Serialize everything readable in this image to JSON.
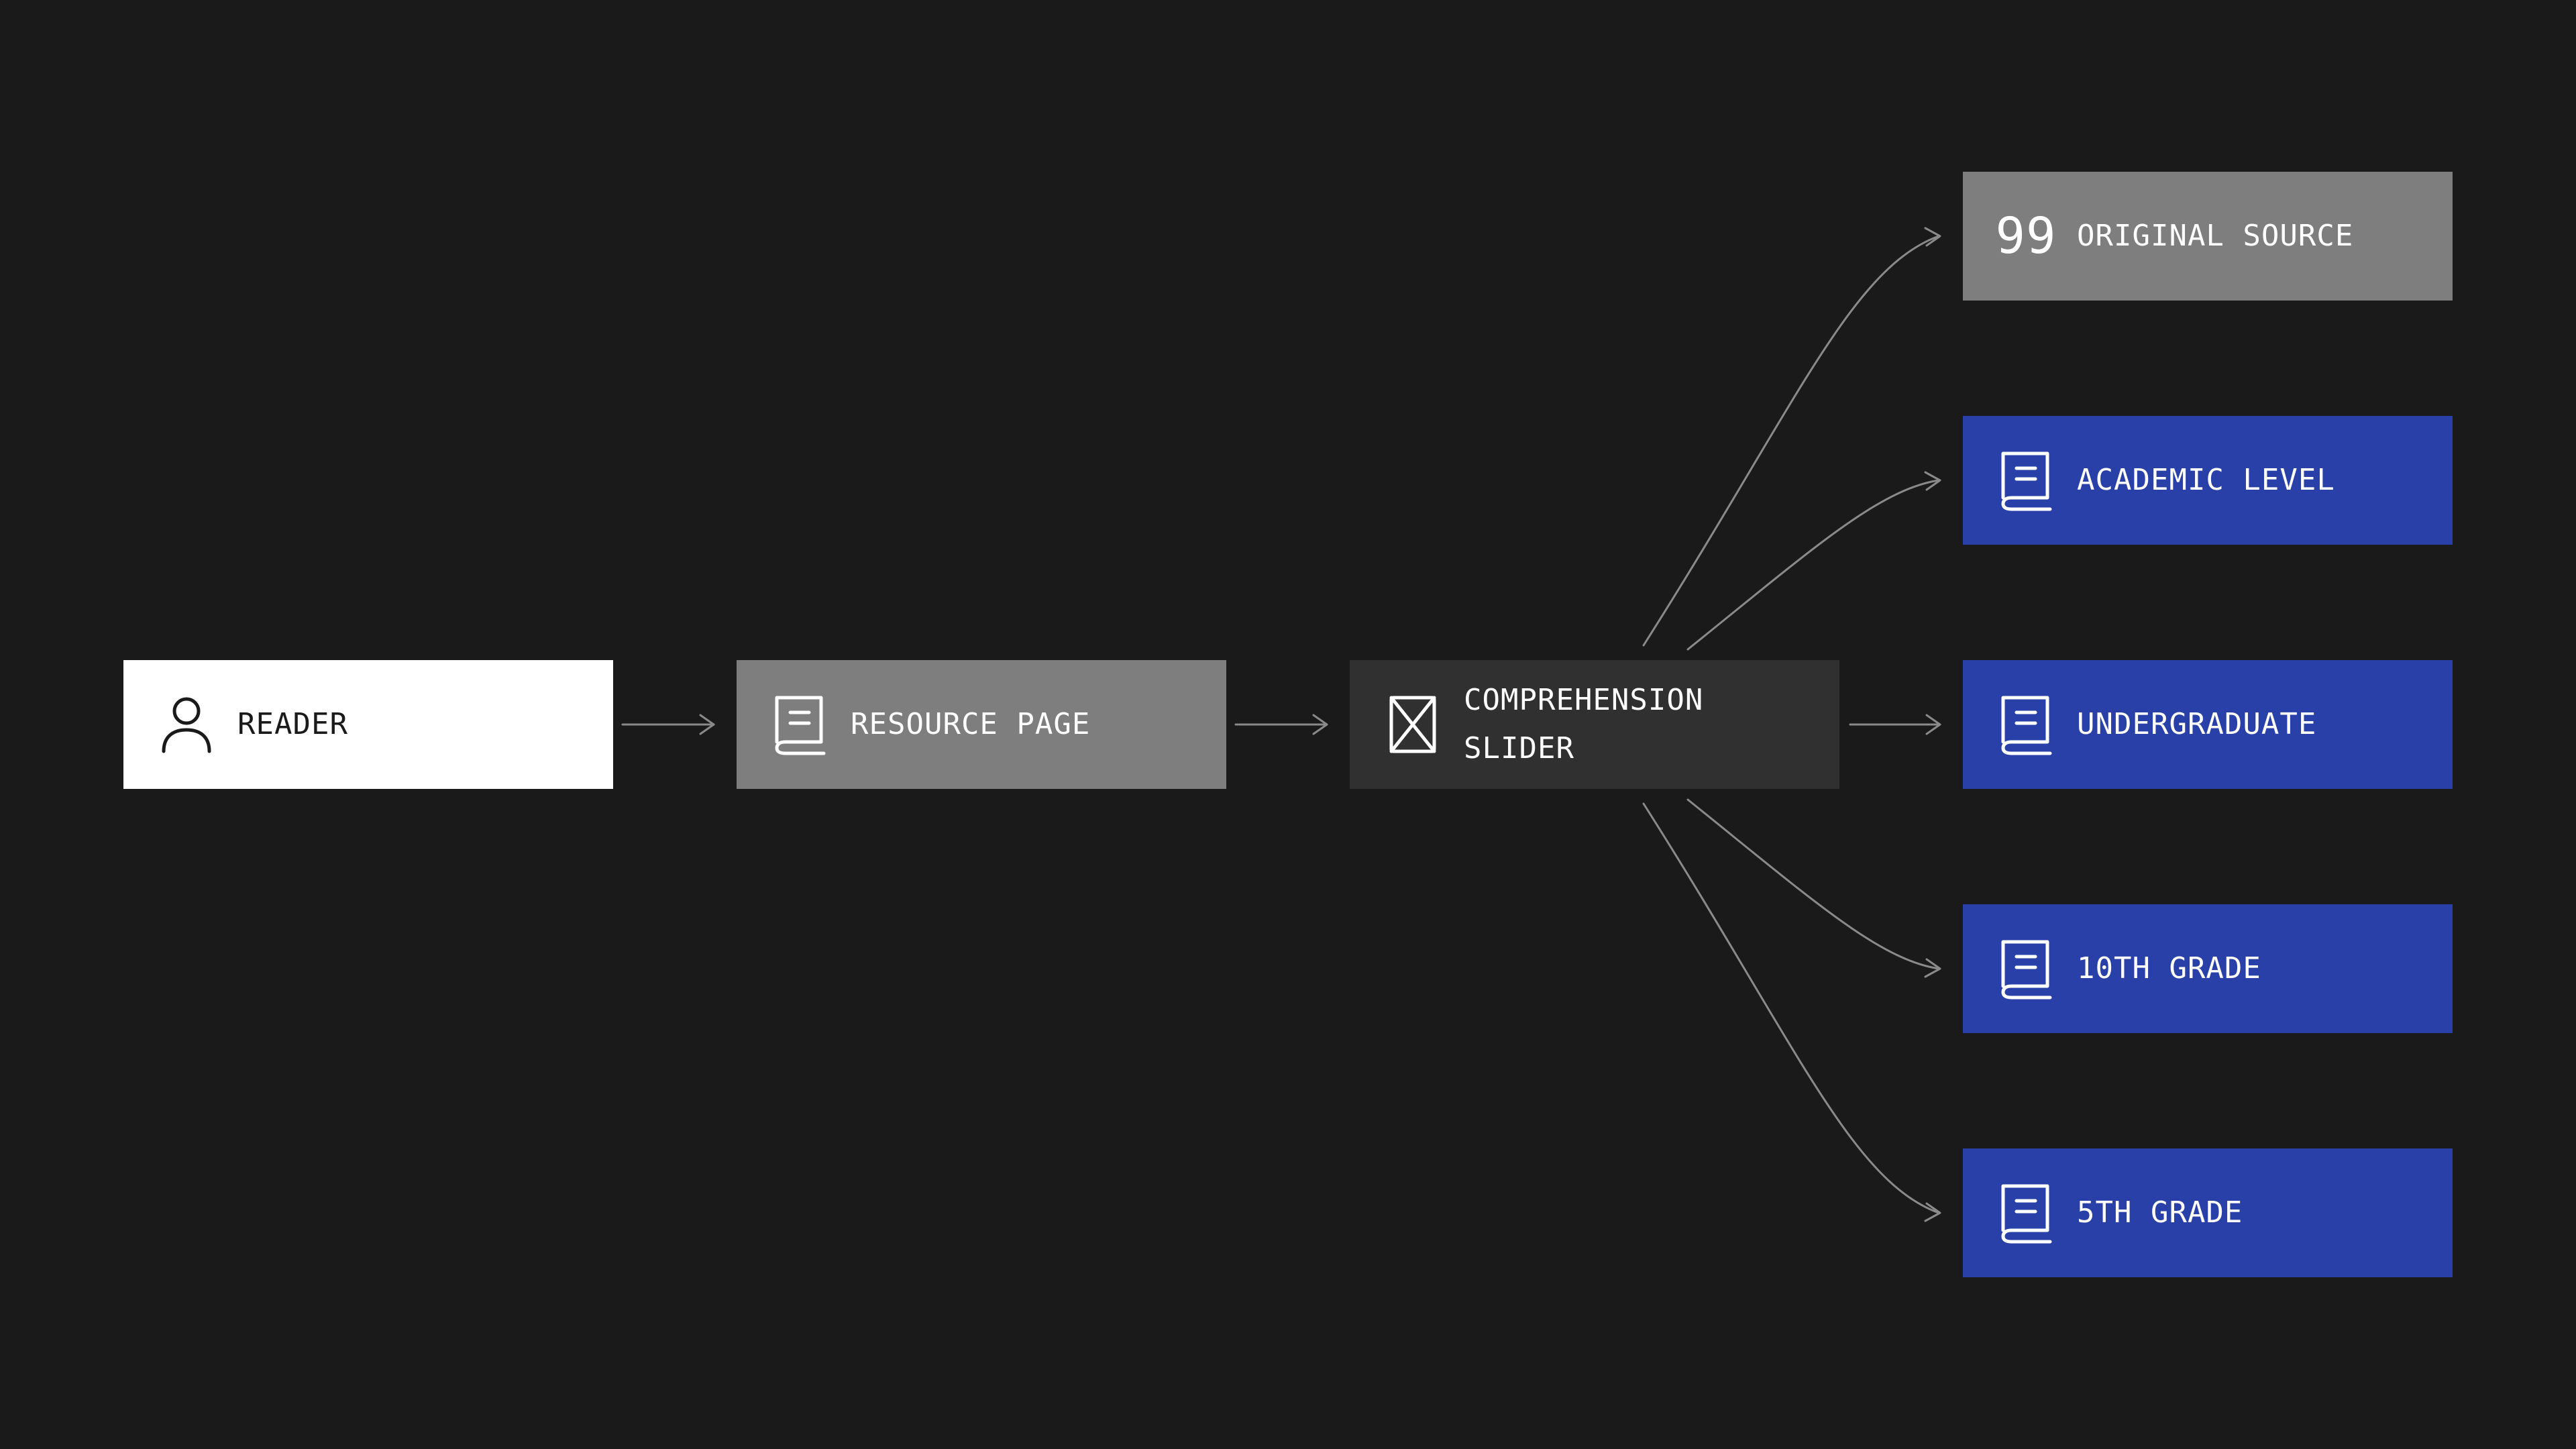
{
  "colors": {
    "background": "#1a1a1a",
    "reader_fill": "#ffffff",
    "reader_text": "#1a1a1a",
    "resource_fill": "#7e7e7e",
    "slider_fill": "#303030",
    "original_fill": "#7e7e7e",
    "level_fill": "#2840a8",
    "connector": "#8a8a8a"
  },
  "nodes": {
    "reader": {
      "label": "READER",
      "icon": "person-icon"
    },
    "resource_page": {
      "label": "RESOURCE PAGE",
      "icon": "book-icon"
    },
    "comprehension_slider": {
      "label": "COMPREHENSION\nSLIDER",
      "icon": "image-placeholder-icon"
    },
    "outputs": [
      {
        "label": "ORIGINAL SOURCE",
        "icon": "quote-icon",
        "glyph": "99"
      },
      {
        "label": "ACADEMIC LEVEL",
        "icon": "book-icon"
      },
      {
        "label": "UNDERGRADUATE",
        "icon": "book-icon"
      },
      {
        "label": "10TH GRADE",
        "icon": "book-icon"
      },
      {
        "label": "5TH GRADE",
        "icon": "book-icon"
      }
    ]
  },
  "edges": [
    {
      "from": "reader",
      "to": "resource_page"
    },
    {
      "from": "resource_page",
      "to": "comprehension_slider"
    },
    {
      "from": "comprehension_slider",
      "to": "outputs.0"
    },
    {
      "from": "comprehension_slider",
      "to": "outputs.1"
    },
    {
      "from": "comprehension_slider",
      "to": "outputs.2"
    },
    {
      "from": "comprehension_slider",
      "to": "outputs.3"
    },
    {
      "from": "comprehension_slider",
      "to": "outputs.4"
    }
  ]
}
